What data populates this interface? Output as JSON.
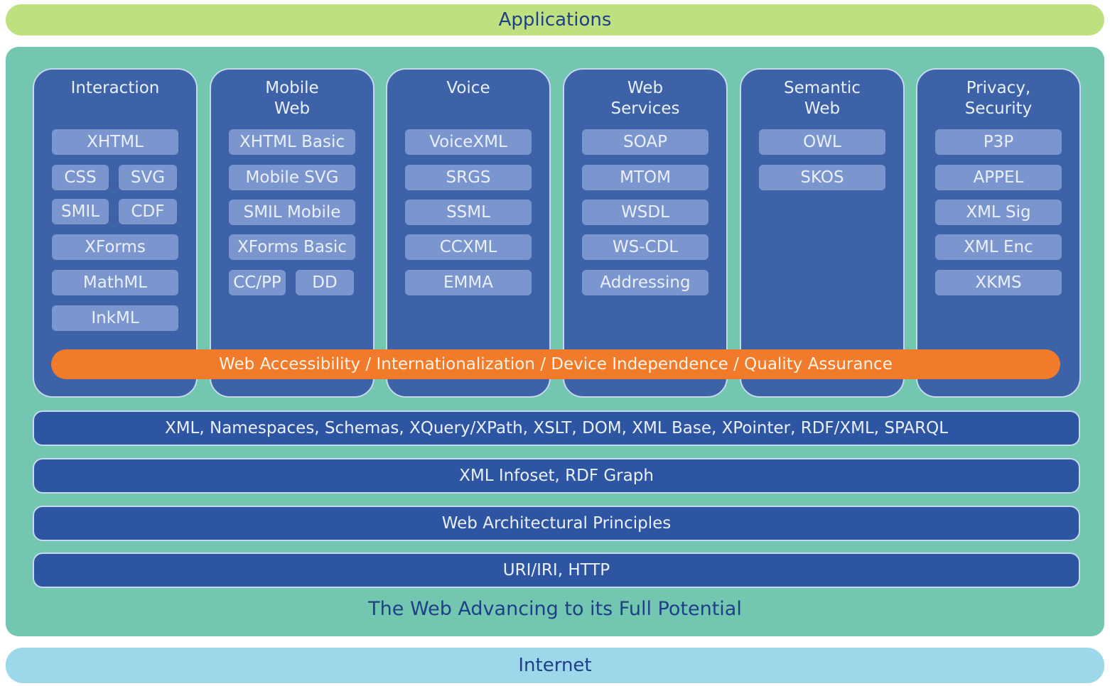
{
  "top_bar": {
    "label": "Applications"
  },
  "columns": [
    {
      "title": "Interaction",
      "items": [
        "XHTML",
        "CSS",
        "SVG",
        "SMIL",
        "CDF",
        "XForms",
        "MathML",
        "InkML"
      ]
    },
    {
      "title": "Mobile\nWeb",
      "items": [
        "XHTML Basic",
        "Mobile SVG",
        "SMIL Mobile",
        "XForms Basic",
        "CC/PP",
        "DD"
      ]
    },
    {
      "title": "Voice",
      "items": [
        "VoiceXML",
        "SRGS",
        "SSML",
        "CCXML",
        "EMMA"
      ]
    },
    {
      "title": "Web\nServices",
      "items": [
        "SOAP",
        "MTOM",
        "WSDL",
        "WS-CDL",
        "Addressing"
      ]
    },
    {
      "title": "Semantic\nWeb",
      "items": [
        "OWL",
        "SKOS"
      ]
    },
    {
      "title": "Privacy,\nSecurity",
      "items": [
        "P3P",
        "APPEL",
        "XML Sig",
        "XML Enc",
        "XKMS"
      ]
    }
  ],
  "cross_cutting": "Web Accessibility / Internationalization / Device Independence / Quality Assurance",
  "layers": [
    "XML, Namespaces, Schemas, XQuery/XPath, XSLT, DOM, XML Base, XPointer, RDF/XML, SPARQL",
    "XML Infoset, RDF Graph",
    "Web Architectural Principles",
    "URI/IRI, HTTP"
  ],
  "tagline": "The Web Advancing to its Full Potential",
  "bottom_bar": {
    "label": "Internet"
  }
}
